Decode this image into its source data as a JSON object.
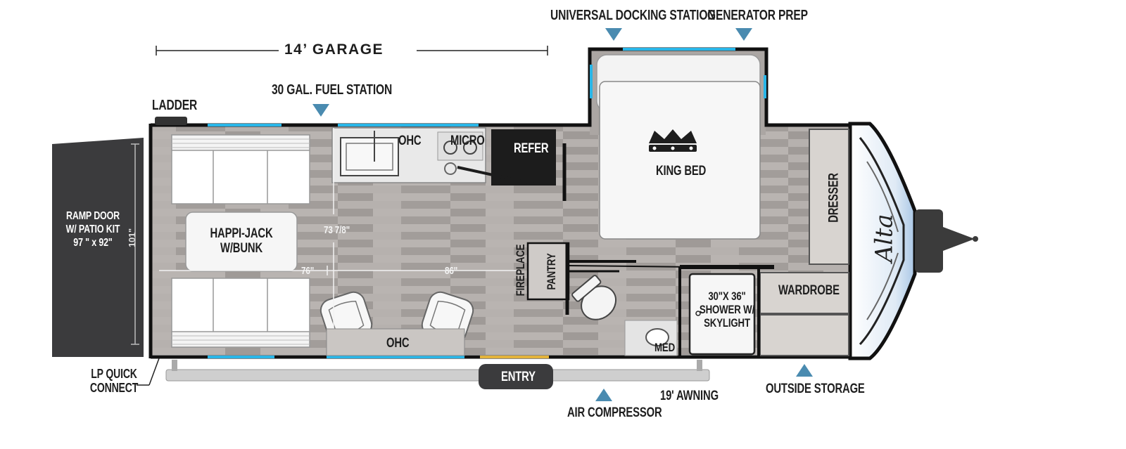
{
  "garage": {
    "label": "14’ GARAGE"
  },
  "callouts_top": {
    "universal_docking": "UNIVERSAL DOCKING STATION",
    "generator_prep": "GENERATOR PREP",
    "fuel_station": "30 GAL. FUEL STATION",
    "ladder": "LADDER"
  },
  "callouts_bottom": {
    "lp_quick_connect_line1": "LP QUICK",
    "lp_quick_connect_line2": "CONNECT",
    "air_compressor": "AIR COMPRESSOR",
    "awning": "19' AWNING",
    "outside_storage": "OUTSIDE STORAGE",
    "entry": "ENTRY"
  },
  "rooms": {
    "ramp_door_line1": "RAMP DOOR",
    "ramp_door_line2": "W/ PATIO KIT",
    "ramp_door_line3": "97 \" x 92\"",
    "ramp_height": "101\"",
    "happi_jack_line1": "HAPPI-JACK",
    "happi_jack_line2": "W/BUNK",
    "ohc_top": "OHC",
    "micro": "MICRO",
    "refer": "REFER",
    "king_bed": "KING BED",
    "dresser": "DRESSER",
    "wardrobe": "WARDROBE",
    "fireplace": "FIREPLACE",
    "pantry": "PANTRY",
    "shower_line1": "30\"X 36\"",
    "shower_line2": "SHOWER W/",
    "shower_line3": "SKYLIGHT",
    "med": "MED",
    "ohc_bottom": "OHC",
    "brand": "Alta"
  },
  "dimensions": {
    "interior_height": "73 7/8\"",
    "dim_left": "76\"",
    "dim_right": "86\""
  },
  "colors": {
    "accent_blue": "#4a8bb0",
    "window_blue": "#29b6e8",
    "wall": "#111111",
    "floor": "#aaa5a3",
    "ramp": "#3a3a3c",
    "entry_strip": "#e3b33b"
  }
}
